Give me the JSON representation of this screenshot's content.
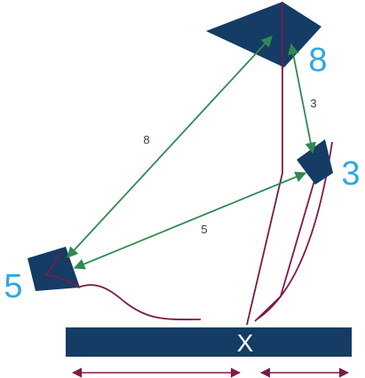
{
  "colors": {
    "kite": "#143c64",
    "string": "#7d1a48",
    "arrow": "#2f8a52",
    "kite_label": "#2ea8e0",
    "distance_label": "#3a3a3a",
    "marker_text": "#ffffff"
  },
  "kites": [
    {
      "label": "8"
    },
    {
      "label": "3"
    },
    {
      "label": "5"
    }
  ],
  "distances": [
    {
      "label": "8",
      "from": "5",
      "to": "8"
    },
    {
      "label": "3",
      "from": "8",
      "to": "3"
    },
    {
      "label": "5",
      "from": "5",
      "to": "3"
    }
  ],
  "ground": {
    "marker": "X"
  }
}
